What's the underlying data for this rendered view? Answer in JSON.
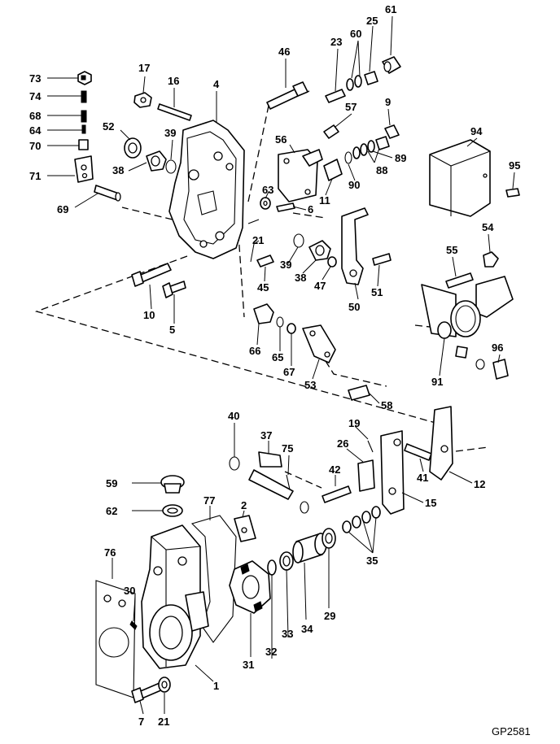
{
  "figure_code": "GP2581",
  "callouts": {
    "c73": "73",
    "c74": "74",
    "c68": "68",
    "c64": "64",
    "c70": "70",
    "c71": "71",
    "c69": "69",
    "c17": "17",
    "c16": "16",
    "c4": "4",
    "c52": "52",
    "c39a": "39",
    "c38a": "38",
    "c46": "46",
    "c23": "23",
    "c60": "60",
    "c25": "25",
    "c61": "61",
    "c57": "57",
    "c9": "9",
    "c56": "56",
    "c89": "89",
    "c88": "88",
    "c90": "90",
    "c11": "11",
    "c63": "63",
    "c6": "6",
    "c94": "94",
    "c95": "95",
    "c21a": "21",
    "c39b": "39",
    "c38b": "38",
    "c47": "47",
    "c45": "45",
    "c54": "54",
    "c55": "55",
    "c10": "10",
    "c5": "5",
    "c50": "50",
    "c51": "51",
    "c66": "66",
    "c65": "65",
    "c67": "67",
    "c53": "53",
    "c58": "58",
    "c91": "91",
    "c96": "96",
    "c40": "40",
    "c37": "37",
    "c75": "75",
    "c19": "19",
    "c26": "26",
    "c42": "42",
    "c41": "41",
    "c12": "12",
    "c15": "15",
    "c59": "59",
    "c62": "62",
    "c77": "77",
    "c2": "2",
    "c76": "76",
    "c30": "30",
    "c35": "35",
    "c31": "31",
    "c32": "32",
    "c33": "33",
    "c34": "34",
    "c29": "29",
    "c1": "1",
    "c7": "7",
    "c21b": "21"
  }
}
